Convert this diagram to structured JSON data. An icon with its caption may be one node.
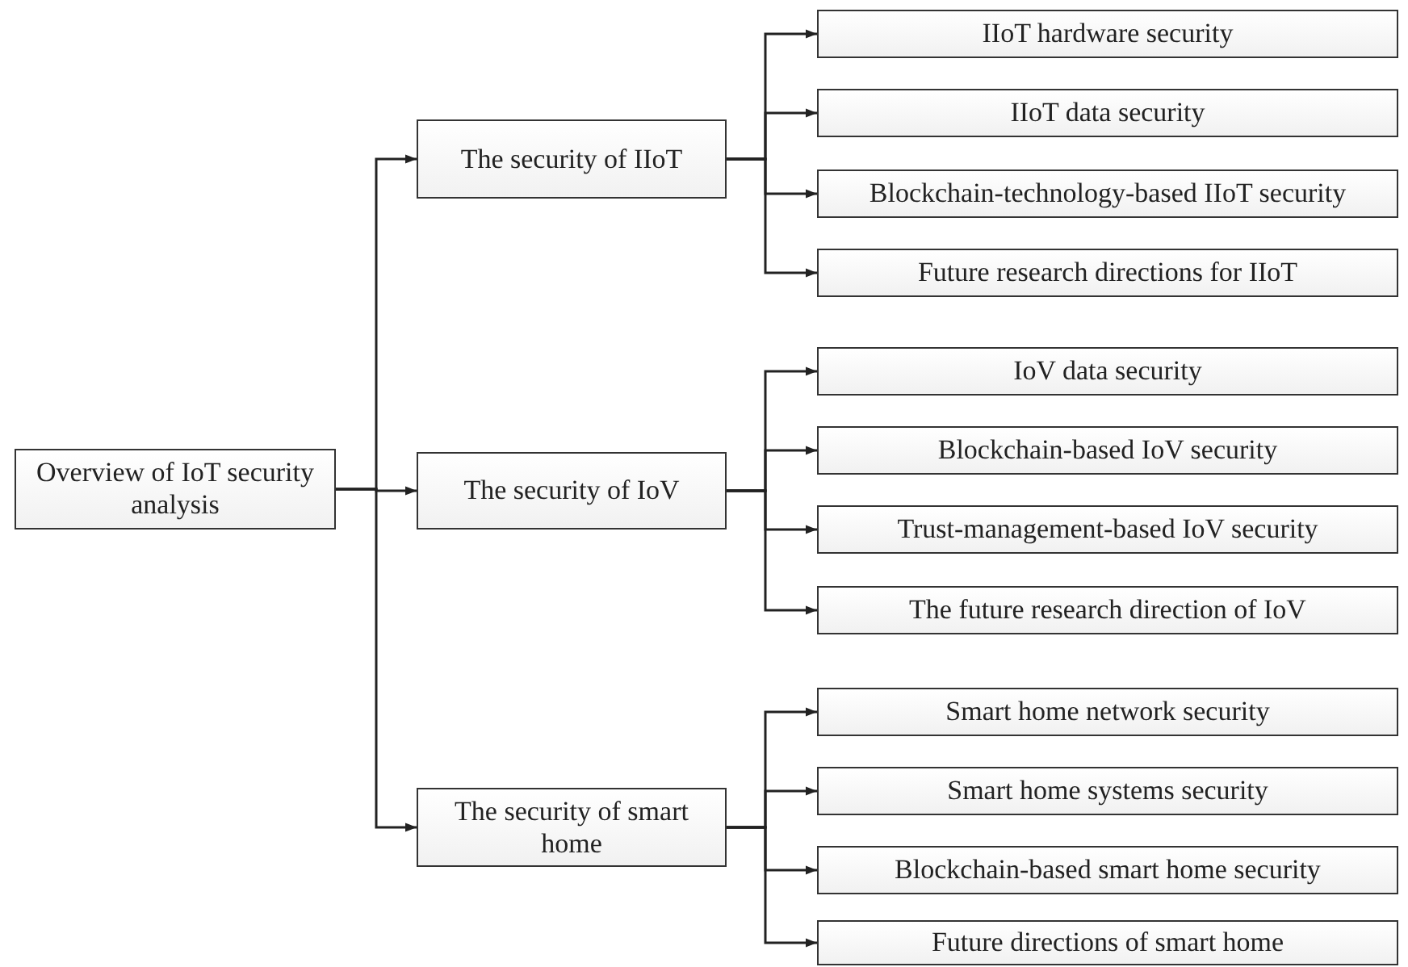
{
  "diagram": {
    "nodes": [
      {
        "text": [
          "Overview of IoT security analysis"
        ]
      },
      {
        "text": [
          "The security of IIoT"
        ]
      },
      {
        "text": [
          "IIoT hardware security"
        ]
      },
      {
        "text": [
          "IIoT data security"
        ]
      },
      {
        "text": [
          "Blockchain-technology-based IIoT security"
        ]
      },
      {
        "text": [
          "Future research directions for IIoT"
        ]
      },
      {
        "text": [
          "The security of IoV"
        ]
      },
      {
        "text": [
          "IoV data security"
        ]
      },
      {
        "text": [
          "Blockchain-based IoV security"
        ]
      },
      {
        "text": [
          "Trust-management-based IoV security"
        ]
      },
      {
        "text": [
          "The future research direction of IoV"
        ]
      },
      {
        "text": [
          "The security of smart home"
        ]
      },
      {
        "text": [
          "Smart home network security"
        ]
      },
      {
        "text": [
          "Smart home systems security"
        ]
      },
      {
        "text": [
          "Blockchain-based smart home security"
        ]
      },
      {
        "text": [
          "Future directions of smart home"
        ]
      }
    ],
    "edges": [
      {
        "from": 0,
        "to": 1,
        "arrow": "to"
      },
      {
        "from": 0,
        "to": 6,
        "arrow": "to"
      },
      {
        "from": 0,
        "to": 11,
        "arrow": "to"
      },
      {
        "from": 1,
        "to": 2,
        "arrow": "to"
      },
      {
        "from": 1,
        "to": 3,
        "arrow": "to"
      },
      {
        "from": 1,
        "to": 4,
        "arrow": "to"
      },
      {
        "from": 1,
        "to": 5,
        "arrow": "to"
      },
      {
        "from": 6,
        "to": 7,
        "arrow": "to"
      },
      {
        "from": 6,
        "to": 8,
        "arrow": "to"
      },
      {
        "from": 6,
        "to": 9,
        "arrow": "to"
      },
      {
        "from": 6,
        "to": 10,
        "arrow": "to"
      },
      {
        "from": 11,
        "to": 12,
        "arrow": "to"
      },
      {
        "from": 11,
        "to": 13,
        "arrow": "to"
      },
      {
        "from": 11,
        "to": 14,
        "arrow": "to"
      },
      {
        "from": 11,
        "to": 15,
        "arrow": "to"
      }
    ]
  }
}
